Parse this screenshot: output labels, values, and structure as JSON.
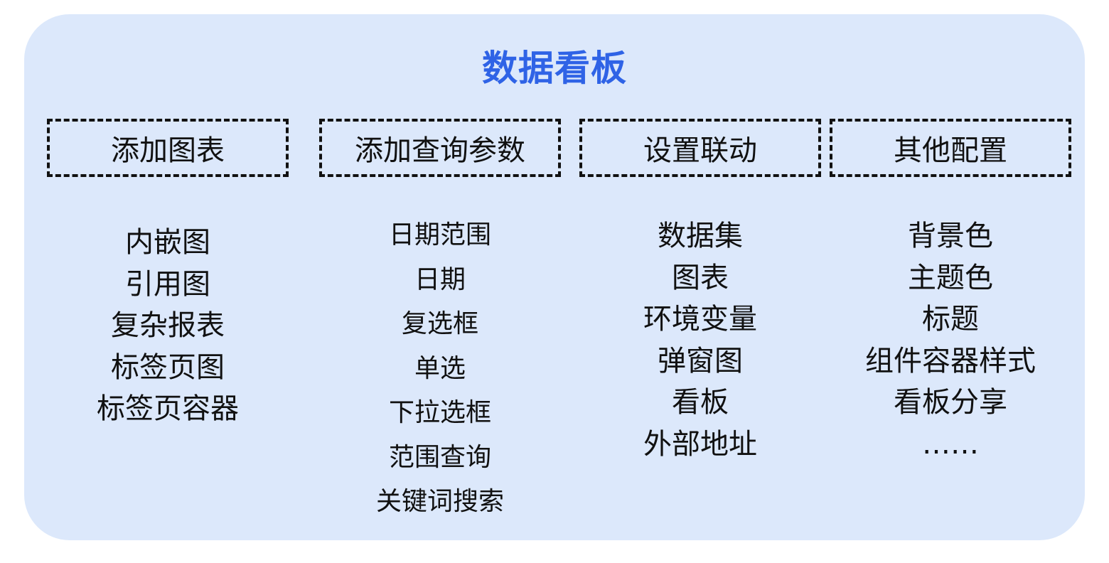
{
  "title": "数据看板",
  "columns": [
    {
      "header": "添加图表",
      "items": [
        "内嵌图",
        "引用图",
        "复杂报表",
        "标签页图",
        "标签页容器"
      ]
    },
    {
      "header": "添加查询参数",
      "items": [
        "日期范围",
        "日期",
        "复选框",
        "单选",
        "下拉选框",
        "范围查询",
        "关键词搜索"
      ]
    },
    {
      "header": "设置联动",
      "items": [
        "数据集",
        "图表",
        "环境变量",
        "弹窗图",
        "看板",
        "外部地址"
      ]
    },
    {
      "header": "其他配置",
      "items": [
        "背景色",
        "主题色",
        "标题",
        "组件容器样式",
        "看板分享",
        "……"
      ]
    }
  ],
  "colors": {
    "panel_background": "#dce8fb",
    "title": "#2f63e6",
    "text": "#111111"
  }
}
